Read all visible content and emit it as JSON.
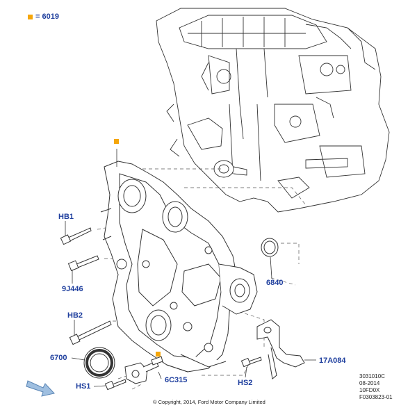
{
  "legend": {
    "marker_color": "#f5a60a",
    "text": "= 6019"
  },
  "callouts": {
    "hb1": "HB1",
    "j9446": "9J446",
    "hb2": "HB2",
    "p6700": "6700",
    "hs1": "HS1",
    "c6c315": "6C315",
    "p6840": "6840",
    "hs2": "HS2",
    "a17a084": "17A084"
  },
  "info": {
    "line1": "3031010C",
    "line2": "08-2014",
    "line3": "10FD0X",
    "line4": "F0303823-01"
  },
  "copyright": "© Copyright, 2014, Ford Motor Company Limited",
  "colors": {
    "callout": "#1f3f9e",
    "marker": "#f5a60a",
    "line": "#333333"
  },
  "icons": {
    "direction": "direction-arrow-icon"
  }
}
